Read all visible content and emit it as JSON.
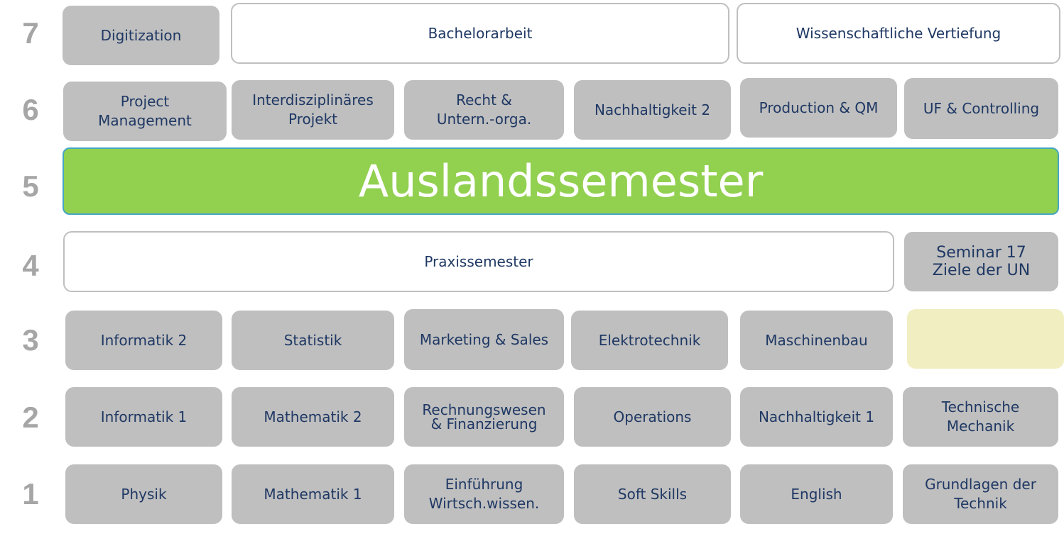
{
  "semesters": [
    {
      "number": "7",
      "modules": [
        {
          "label": "Digitization"
        },
        {
          "label": "Bachelorarbeit"
        },
        {
          "label": "Wissenschaftliche Vertiefung"
        }
      ]
    },
    {
      "number": "6",
      "modules": [
        {
          "label": "Project\nManagement"
        },
        {
          "label": "Interdisziplinäres\nProjekt"
        },
        {
          "label": "Recht &\nUntern.-orga."
        },
        {
          "label": "Nachhaltigkeit 2"
        },
        {
          "label": "Production & QM"
        },
        {
          "label": "UF & Controlling"
        }
      ]
    },
    {
      "number": "5",
      "modules": [
        {
          "label": "Auslandssemester"
        }
      ]
    },
    {
      "number": "4",
      "modules": [
        {
          "label": "Praxissemester"
        },
        {
          "label": "Seminar 17\nZiele der  UN"
        }
      ]
    },
    {
      "number": "3",
      "modules": [
        {
          "label": "Informatik 2"
        },
        {
          "label": "Statistik"
        },
        {
          "label": "Marketing & Sales"
        },
        {
          "label": "Elektrotechnik"
        },
        {
          "label": "Maschinenbau"
        },
        {
          "label": ""
        }
      ]
    },
    {
      "number": "2",
      "modules": [
        {
          "label": "Informatik 1"
        },
        {
          "label": "Mathematik 2"
        },
        {
          "label": "Rechnungswesen\n& Finanzierung"
        },
        {
          "label": "Operations"
        },
        {
          "label": "Nachhaltigkeit 1"
        },
        {
          "label": "Technische\nMechanik"
        }
      ]
    },
    {
      "number": "1",
      "modules": [
        {
          "label": "Physik"
        },
        {
          "label": "Mathematik 1"
        },
        {
          "label": "Einführung\nWirtsch.wissen."
        },
        {
          "label": "Soft Skills"
        },
        {
          "label": "English"
        },
        {
          "label": "Grundlagen der\nTechnik"
        }
      ]
    }
  ],
  "colors": {
    "module_gray": "#bfbfbf",
    "outline_border": "#bfbfbf",
    "highlight_green": "#92d050",
    "highlight_border": "#45a6c2",
    "empty_yellow": "#f1efc2",
    "text_navy": "#1f3864",
    "number_gray": "#a6a6a6"
  }
}
